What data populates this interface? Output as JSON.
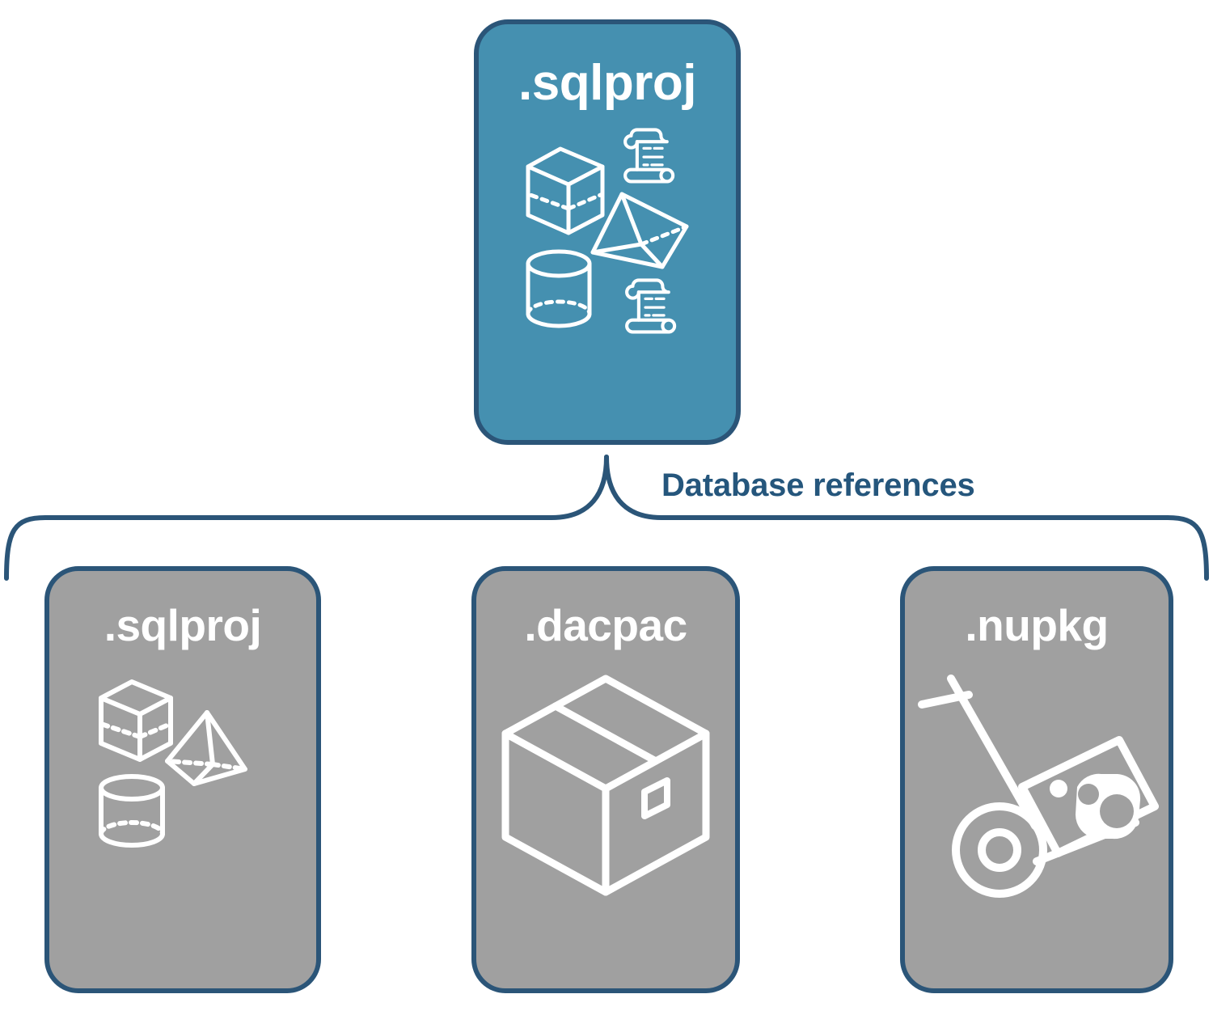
{
  "diagram": {
    "title": "Database references",
    "colors": {
      "accent_teal": "#4590b0",
      "border_navy": "#2b5578",
      "card_gray": "#a0a0a0",
      "label_blue": "#25567c",
      "icon_white": "#ffffff",
      "background": "#ffffff"
    },
    "root": {
      "label": ".sqlproj",
      "fill": "#4590b0",
      "icons": [
        "wireframe-cube-icon",
        "wireframe-pyramid-icon",
        "wireframe-cylinder-icon",
        "scroll-script-icon",
        "scroll-script-icon"
      ]
    },
    "connector": {
      "label": "Database references",
      "type": "curly-brace-bracket",
      "branch_count": 3
    },
    "references": [
      {
        "label": ".sqlproj",
        "fill": "#a0a0a0",
        "icons": [
          "wireframe-cube-icon",
          "wireframe-pyramid-icon",
          "wireframe-cylinder-icon"
        ]
      },
      {
        "label": ".dacpac",
        "fill": "#a0a0a0",
        "icons": [
          "package-box-icon"
        ]
      },
      {
        "label": ".nupkg",
        "fill": "#a0a0a0",
        "icons": [
          "hand-truck-package-icon"
        ]
      }
    ]
  }
}
